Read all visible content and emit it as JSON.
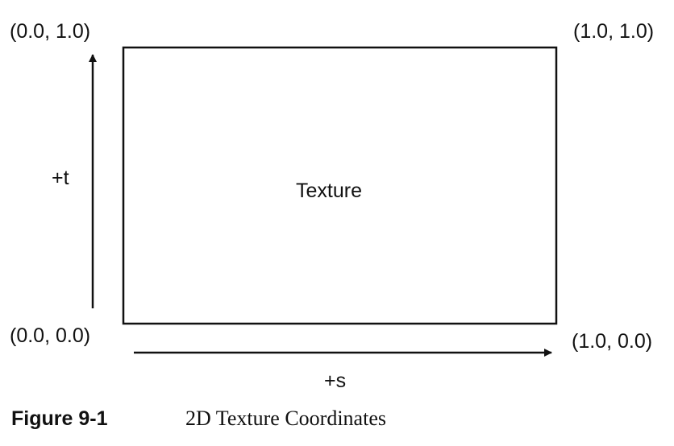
{
  "diagram": {
    "corner_labels": {
      "top_left": "(0.0, 1.0)",
      "top_right": "(1.0, 1.0)",
      "bottom_left": "(0.0, 0.0)",
      "bottom_right": "(1.0, 0.0)"
    },
    "texture_label": "Texture",
    "t_axis_label": "+t",
    "s_axis_label": "+s"
  },
  "caption": {
    "label": "Figure 9-1",
    "text": "2D Texture Coordinates"
  }
}
